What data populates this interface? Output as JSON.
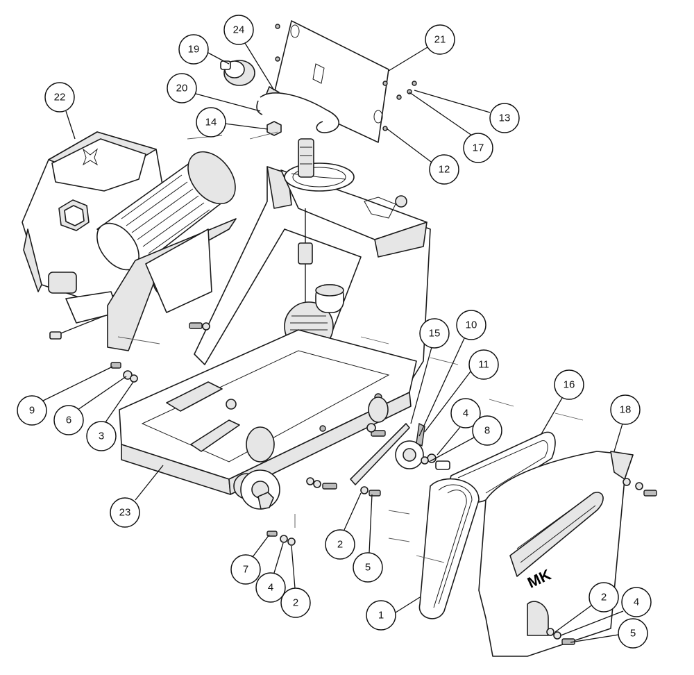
{
  "callouts": [
    {
      "id": "c1",
      "label": "1"
    },
    {
      "id": "c2a",
      "label": "2"
    },
    {
      "id": "c2b",
      "label": "2"
    },
    {
      "id": "c2c",
      "label": "2"
    },
    {
      "id": "c3",
      "label": "3"
    },
    {
      "id": "c4a",
      "label": "4"
    },
    {
      "id": "c4b",
      "label": "4"
    },
    {
      "id": "c4c",
      "label": "4"
    },
    {
      "id": "c5a",
      "label": "5"
    },
    {
      "id": "c5b",
      "label": "5"
    },
    {
      "id": "c6",
      "label": "6"
    },
    {
      "id": "c7",
      "label": "7"
    },
    {
      "id": "c8",
      "label": "8"
    },
    {
      "id": "c9",
      "label": "9"
    },
    {
      "id": "c10",
      "label": "10"
    },
    {
      "id": "c11",
      "label": "11"
    },
    {
      "id": "c12",
      "label": "12"
    },
    {
      "id": "c13",
      "label": "13"
    },
    {
      "id": "c14",
      "label": "14"
    },
    {
      "id": "c15",
      "label": "15"
    },
    {
      "id": "c16",
      "label": "16"
    },
    {
      "id": "c17",
      "label": "17"
    },
    {
      "id": "c18",
      "label": "18"
    },
    {
      "id": "c19",
      "label": "19"
    },
    {
      "id": "c20",
      "label": "20"
    },
    {
      "id": "c21",
      "label": "21"
    },
    {
      "id": "c22",
      "label": "22"
    },
    {
      "id": "c23",
      "label": "23"
    },
    {
      "id": "c24",
      "label": "24"
    }
  ],
  "belt_guard": {
    "logo_text": "MK"
  }
}
